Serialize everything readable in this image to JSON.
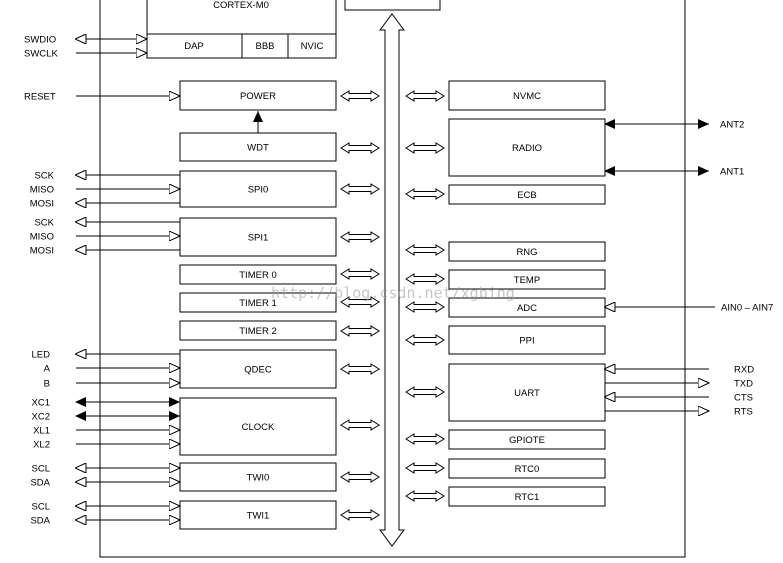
{
  "core": {
    "title": "CORTEX-M0",
    "sub_blocks": [
      "DAP",
      "BBB",
      "NVIC"
    ]
  },
  "blocks_left": [
    "POWER",
    "WDT",
    "SPI0",
    "SPI1",
    "TIMER 0",
    "TIMER 1",
    "TIMER 2",
    "QDEC",
    "CLOCK",
    "TWI0",
    "TWI1"
  ],
  "blocks_right": [
    "NVMC",
    "RADIO",
    "ECB",
    "RNG",
    "TEMP",
    "ADC",
    "PPI",
    "UART",
    "GPIOTE",
    "RTC0",
    "RTC1"
  ],
  "pins_left": {
    "swdio": "SWDIO",
    "swclk": "SWCLK",
    "reset": "RESET",
    "spi0": [
      "SCK",
      "MISO",
      "MOSI"
    ],
    "spi1": [
      "SCK",
      "MISO",
      "MOSI"
    ],
    "qdec": [
      "LED",
      "A",
      "B"
    ],
    "clock": [
      "XC1",
      "XC2",
      "XL1",
      "XL2"
    ],
    "twi0": [
      "SCL",
      "SDA"
    ],
    "twi1": [
      "SCL",
      "SDA"
    ]
  },
  "pins_right": {
    "ant2": "ANT2",
    "ant1": "ANT1",
    "adc": "AIN0 – AIN7",
    "uart": [
      "RXD",
      "TXD",
      "CTS",
      "RTS"
    ]
  },
  "watermark": "http://blog.csdn.net/xgbing"
}
